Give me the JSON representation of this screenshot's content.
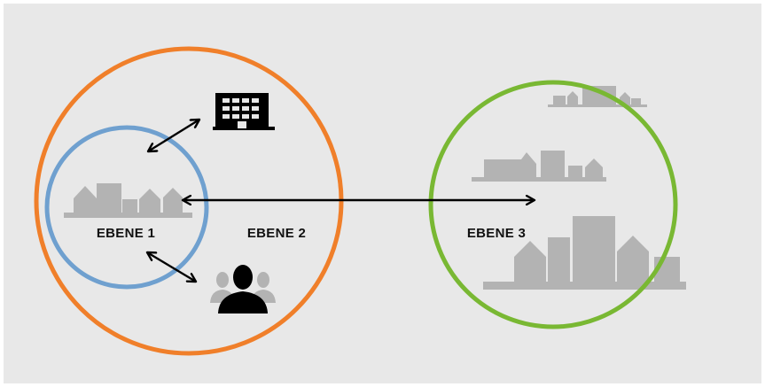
{
  "labels": {
    "level1": "EBENE 1",
    "level2": "EBENE 2",
    "level3": "EBENE 3"
  },
  "icons": {
    "building": "building-icon",
    "people": "people-icon",
    "small_town": "small-town-icon",
    "city_small": "city-small-icon",
    "city_medium": "city-medium-icon",
    "city_large": "city-large-icon",
    "arrow": "double-arrow-icon"
  },
  "colors": {
    "background": "#e8e8e8",
    "level1_ring": "#6fa0cf",
    "level2_ring": "#f07f2a",
    "level3_ring": "#79b833",
    "silhouette": "#b3b3b3",
    "ink": "#000000"
  }
}
